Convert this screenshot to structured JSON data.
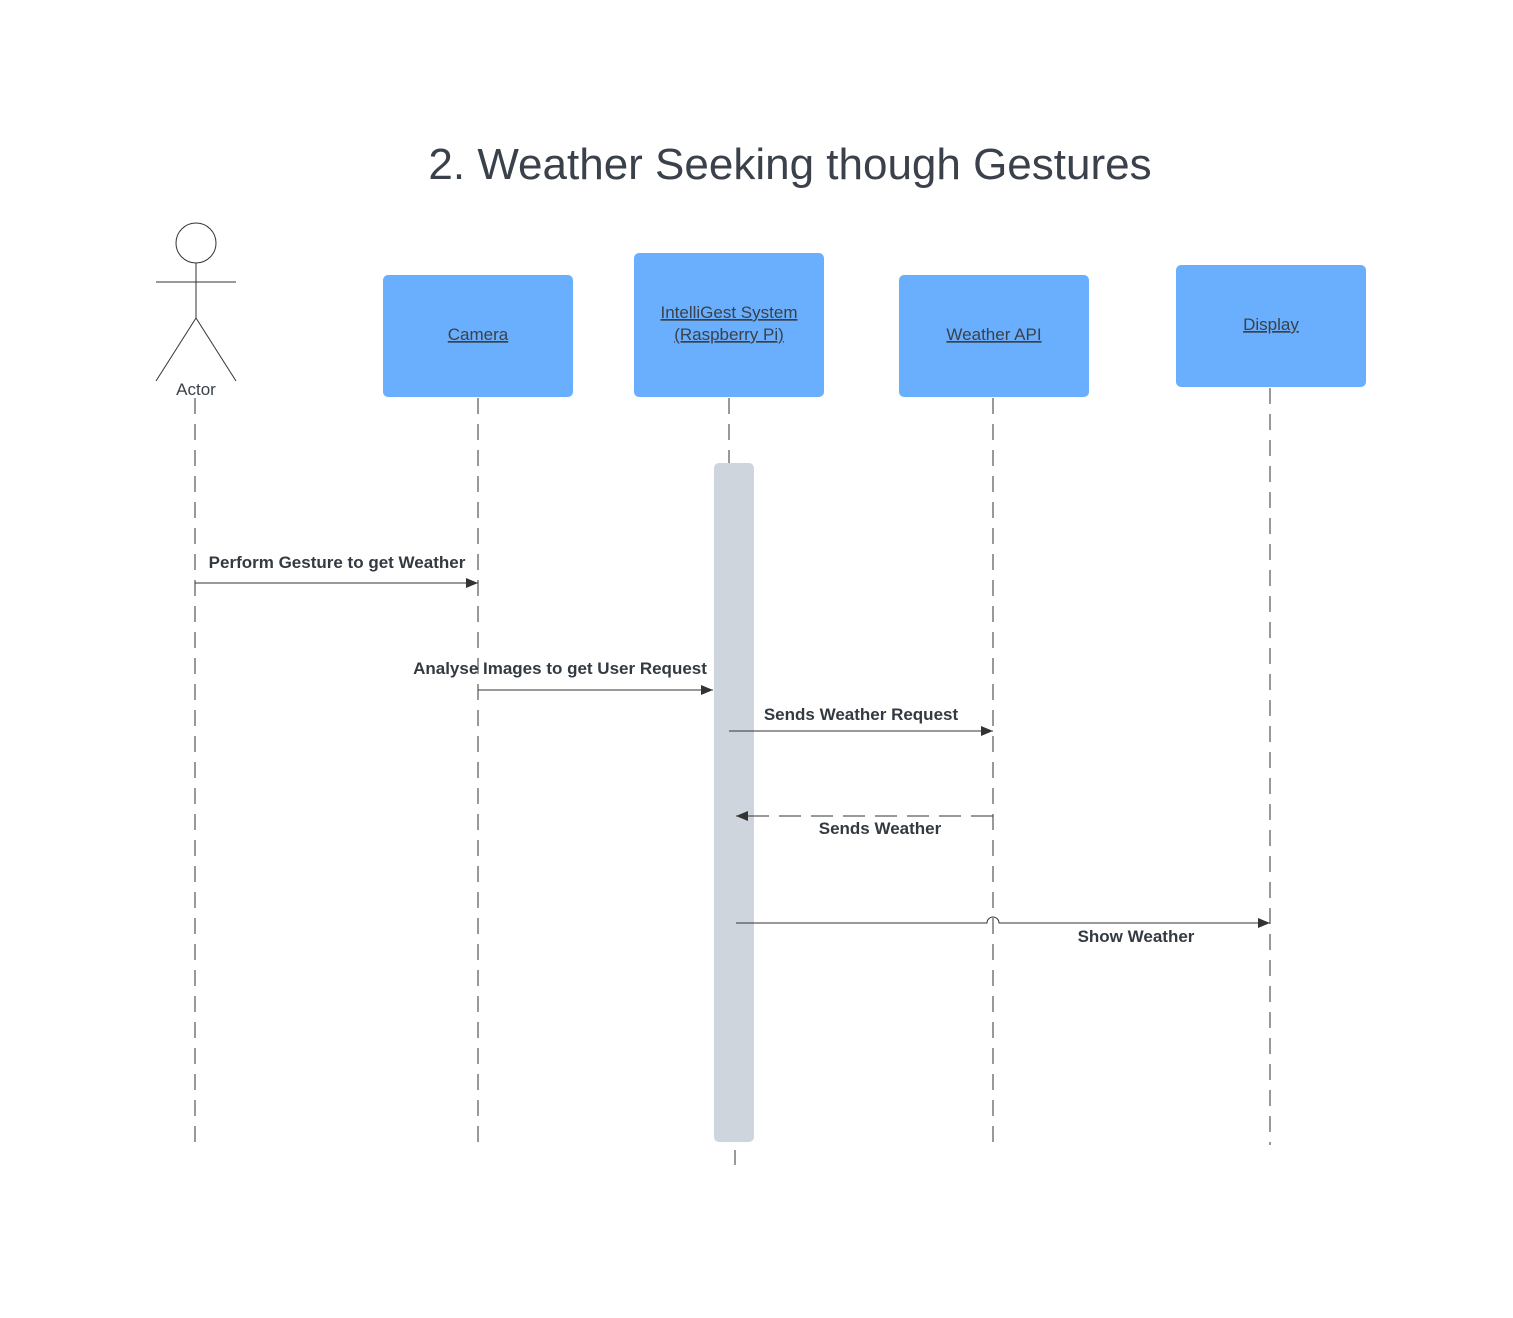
{
  "title": "2. Weather Seeking though Gestures",
  "colors": {
    "participant_fill": "#6aaffd",
    "activation_fill": "#cfd5dd",
    "line": "#333333",
    "text": "#3a414a"
  },
  "actor": {
    "label": "Actor"
  },
  "participants": [
    {
      "id": "camera",
      "lines": [
        "Camera"
      ]
    },
    {
      "id": "system",
      "lines": [
        "IntelliGest System",
        "(Raspberry Pi)"
      ]
    },
    {
      "id": "weather-api",
      "lines": [
        "Weather API"
      ]
    },
    {
      "id": "display",
      "lines": [
        "Display"
      ]
    }
  ],
  "messages": [
    {
      "from": "actor",
      "to": "camera",
      "label": "Perform Gesture to get Weather",
      "style": "solid"
    },
    {
      "from": "camera",
      "to": "system",
      "label": "Analyse Images to get User Request",
      "style": "solid"
    },
    {
      "from": "system",
      "to": "weather-api",
      "label": "Sends Weather Request",
      "style": "solid"
    },
    {
      "from": "weather-api",
      "to": "system",
      "label": "Sends Weather",
      "style": "dashed"
    },
    {
      "from": "system",
      "to": "display",
      "label": "Show Weather",
      "style": "solid"
    }
  ]
}
